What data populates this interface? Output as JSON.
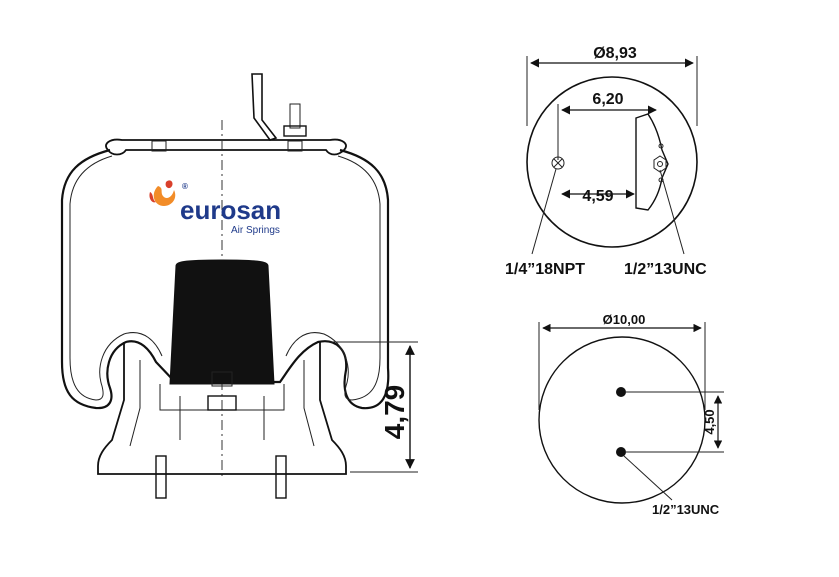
{
  "brand": {
    "name": "eurosan",
    "tagline": "Air Springs",
    "registered_mark": "®",
    "colors": {
      "primary": "#1f3a8a",
      "accent": "#f28c28",
      "accent2": "#d9402b"
    }
  },
  "dimensions": {
    "height": "4,79",
    "top_plate_diameter": "Ø8,93",
    "top_bolt_spacing": "6,20",
    "top_offset": "4,59",
    "bottom_plate_diameter": "Ø10,00",
    "bottom_bolt_spacing": "4,50"
  },
  "callouts": {
    "air_fitting": "1/4”18NPT",
    "top_stud": "1/2”13UNC",
    "bottom_stud": "1/2”13UNC"
  },
  "icons": [
    "flame-logo-icon",
    "registered-icon"
  ]
}
